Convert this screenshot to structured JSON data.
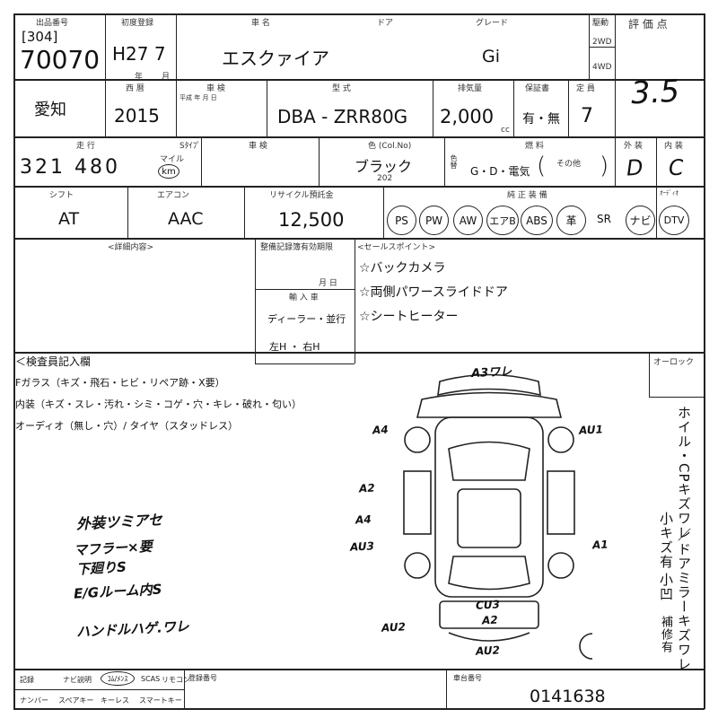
{
  "header": {
    "lot_label": "出品番号",
    "lot_area": "[304]",
    "lot_number": "70070",
    "first_reg_label": "初度登録",
    "first_reg": "H27 7",
    "year_mark": "年",
    "month_mark": "月",
    "name_label": "車 名",
    "car_name": "エスクァイア",
    "door_label": "ドア",
    "grade_label": "グレード",
    "grade": "Gi",
    "drive_label": "駆動",
    "drive_2wd": "2WD",
    "drive_4wd": "4WD",
    "score_label": "評 価 点",
    "score": "3.5"
  },
  "row2": {
    "region": "愛知",
    "year_label": "西 暦",
    "year": "2015",
    "inspection_label": "車 検",
    "inspection_sub": "平成 年 月 日",
    "model_label": "型 式",
    "model": "DBA - ZRR80G",
    "cc_label": "排気量",
    "displacement": "2,000",
    "cc_unit": "cc",
    "warranty_label": "保証書",
    "warranty": "有・無",
    "capacity_label": "定 員",
    "capacity": "7"
  },
  "row3": {
    "mileage_label": "走 行",
    "mileage": "321 480",
    "mileage_unit": "km",
    "mile_label": "マイル",
    "shift_type_label": "Sﾀｲﾌﾟ",
    "chassis_label": "車 検",
    "color_label": "色 (Col.No)",
    "color": "ブラック",
    "color_no": "202",
    "color_change_label": "色替",
    "fuel_label": "燃 料",
    "fuel": "G・D・電気",
    "fuel_other": "その他",
    "ext_label": "外 装",
    "ext_grade": "D",
    "int_label": "内 装",
    "int_grade": "C"
  },
  "row4": {
    "shift_label": "シフト",
    "shift": "AT",
    "ac_label": "エアコン",
    "ac": "AAC",
    "recycle_label": "リサイクル預託金",
    "recycle": "12,500",
    "equip_label": "純 正 装 備",
    "equipment": [
      "PS",
      "PW",
      "AW",
      "エアB",
      "ABS",
      "革",
      "SR",
      "ナビ",
      "DTV"
    ]
  },
  "row5": {
    "detail_label": "<詳細内容>",
    "record_label": "整備記録簿有効期限",
    "month_day": "月 日",
    "import_label": "輸 入 車",
    "dealer": "ディーラー・並行",
    "steering": "左H ・ 右H",
    "sales_label": "<セールスポイント>",
    "sales_points": [
      "☆バックカメラ",
      "☆両側パワースライドドア",
      "☆シートヒーター"
    ]
  },
  "inspector": {
    "title": "＜検査員記入欄",
    "line1": "Fガラス（キズ・飛石・ヒビ・リペア跡・X要）",
    "line2": "内装（キズ・スレ・汚れ・シミ・コゲ・穴・キレ・破れ・匂い）",
    "line3": "オーディオ（無し・穴）/ タイヤ（スタッドレス）",
    "handwritten": [
      "外装ツミアセ",
      "マフラー×要",
      "下廻りS",
      "E/Gルーム内S",
      "ハンドルハゲ.ワレ"
    ],
    "marks": [
      "A3ワレ",
      "A4",
      "AU1",
      "A2",
      "A4",
      "AU3",
      "A1",
      "CU3",
      "A2",
      "AU2",
      "AU2"
    ],
    "odometer_label": "オーロック",
    "side_note_1": "ホイル・CPキズワレ",
    "side_note_2": "小キズ有",
    "side_note_3": "／ドアミラーキズワレ",
    "side_note_4": "小凹",
    "side_note_5": "補修有"
  },
  "footer": {
    "items_row1": [
      "記録",
      "ナビ説明",
      "ｺﾑ/ﾒﾝｽ",
      "SCAS",
      "リモコン"
    ],
    "items_row2": [
      "ナンバー",
      "スペアキー",
      "キーレス",
      "スマートキー"
    ],
    "reg_label": "登録番号",
    "chassis_no_label": "車台番号",
    "chassis_no": "0141638"
  }
}
